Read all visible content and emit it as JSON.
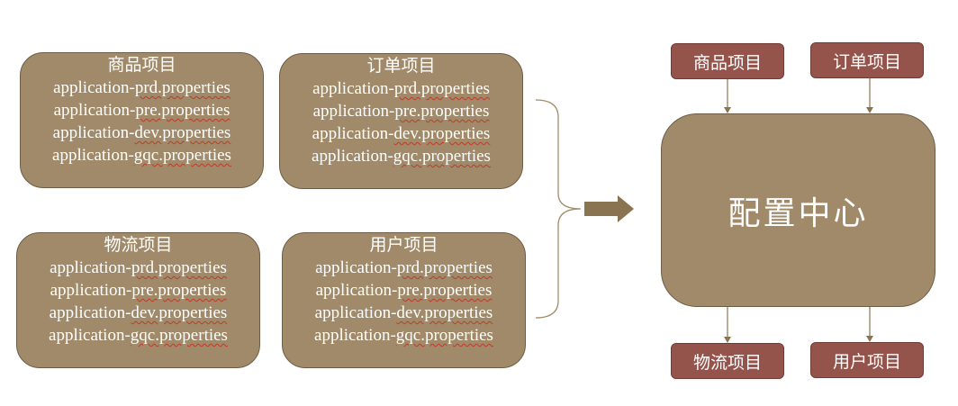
{
  "projects": [
    {
      "title": "商品项目",
      "files": [
        {
          "prefix": "application-",
          "rest": "prd.properties"
        },
        {
          "prefix": "application-",
          "rest": "pre.properties"
        },
        {
          "prefix": "application-",
          "rest": "dev.properties"
        },
        {
          "prefix": "application-",
          "rest": "gqc.properties"
        }
      ]
    },
    {
      "title": "订单项目",
      "files": [
        {
          "prefix": "application-",
          "rest": "prd.properties"
        },
        {
          "prefix": "application-",
          "rest": "pre.properties"
        },
        {
          "prefix": "application-",
          "rest": "dev.properties"
        },
        {
          "prefix": "application-",
          "rest": "gqc.properties"
        }
      ]
    },
    {
      "title": "物流项目",
      "files": [
        {
          "prefix": "application-",
          "rest": "prd.properties"
        },
        {
          "prefix": "application-",
          "rest": "pre.properties"
        },
        {
          "prefix": "application-",
          "rest": "dev.properties"
        },
        {
          "prefix": "application-",
          "rest": "gqc.properties"
        }
      ]
    },
    {
      "title": "用户项目",
      "files": [
        {
          "prefix": "application-",
          "rest": "prd.properties"
        },
        {
          "prefix": "application-",
          "rest": "pre.properties"
        },
        {
          "prefix": "application-",
          "rest": "dev.properties"
        },
        {
          "prefix": "application-",
          "rest": "gqc.properties"
        }
      ]
    }
  ],
  "config_center": {
    "label": "配置中心",
    "top_nodes": [
      "商品项目",
      "订单项目"
    ],
    "bottom_nodes": [
      "物流项目",
      "用户项目"
    ]
  },
  "colors": {
    "project_fill": "#a08a69",
    "node_fill": "#95544b",
    "arrow_fill": "#8a7350",
    "line": "#a08a69"
  }
}
